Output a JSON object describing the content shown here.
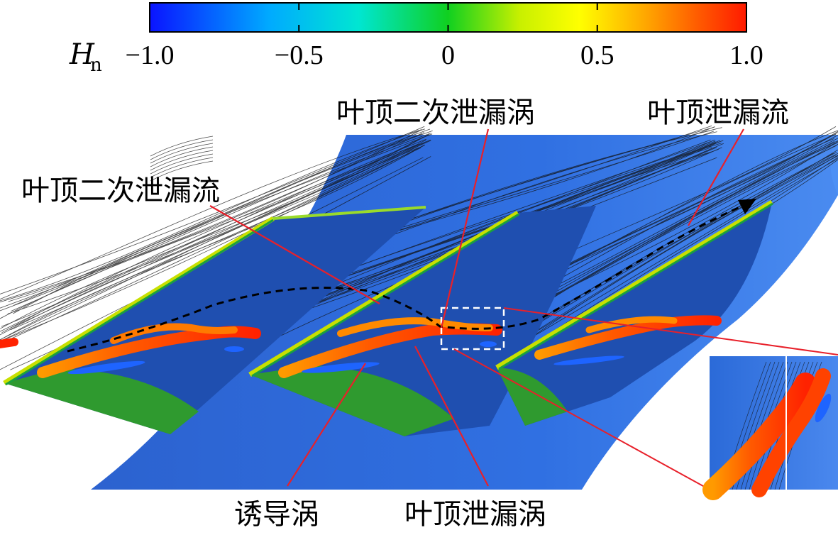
{
  "colorbar": {
    "variable": "H",
    "variable_subscript": "n",
    "min": -1.0,
    "max": 1.0,
    "ticks": [
      {
        "value": -1.0,
        "label": "−1.0"
      },
      {
        "value": -0.5,
        "label": "−0.5"
      },
      {
        "value": 0,
        "label": "0"
      },
      {
        "value": 0.5,
        "label": "0.5"
      },
      {
        "value": 1.0,
        "label": "1.0"
      }
    ],
    "colors": [
      "#0a14ff",
      "#00aaff",
      "#00e6d2",
      "#10d020",
      "#c8f000",
      "#ffff00",
      "#ffb000",
      "#ff5a00",
      "#ff1a00"
    ]
  },
  "annotations": {
    "tip_secondary_leakage_vortex": "叶顶二次泄漏涡",
    "tip_leakage_flow": "叶顶泄漏流",
    "tip_secondary_leakage_flow": "叶顶二次泄漏流",
    "induced_vortex": "诱导涡",
    "tip_leakage_vortex": "叶顶泄漏涡"
  },
  "colors": {
    "hub_surface": "#2f6fe0",
    "blade_face": "#1f4fb0",
    "pressure_side_green": "#2f9a2f",
    "vortex_red": "#ff2200",
    "vortex_orange": "#ff9a00",
    "vortex_blue": "#1e64ff",
    "leader_line": "#e8202a"
  }
}
